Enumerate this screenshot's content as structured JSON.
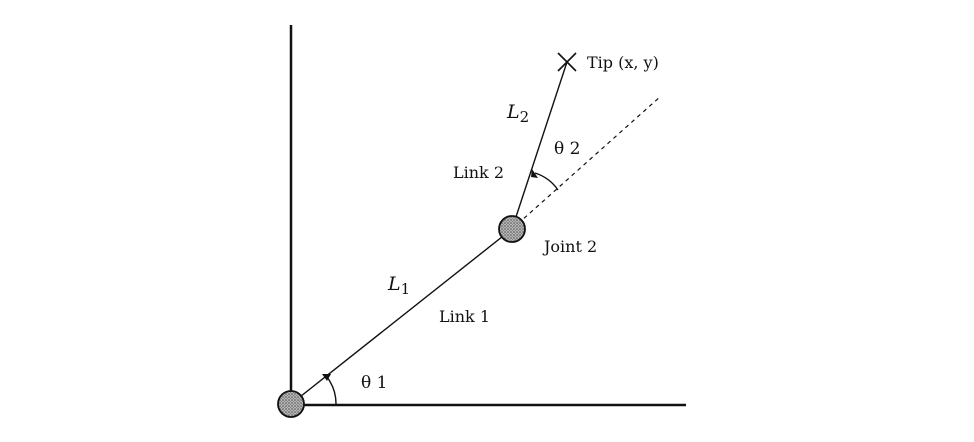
{
  "diagram": {
    "labels": {
      "tip": "Tip (x, y)",
      "link1": "Link 1",
      "link2": "Link 2",
      "joint2": "Joint 2",
      "L1_symbol": "L",
      "L1_sub": "1",
      "L2_symbol": "L",
      "L2_sub": "2",
      "theta1": "θ 1",
      "theta2": "θ 2"
    },
    "colors": {
      "line": "#111111",
      "joint_fill": "#9a9a9a"
    },
    "icons": {
      "tip_marker": "x-cross-icon",
      "joint": "circle-joint-icon",
      "angle_arrow": "arrowhead-icon"
    }
  }
}
